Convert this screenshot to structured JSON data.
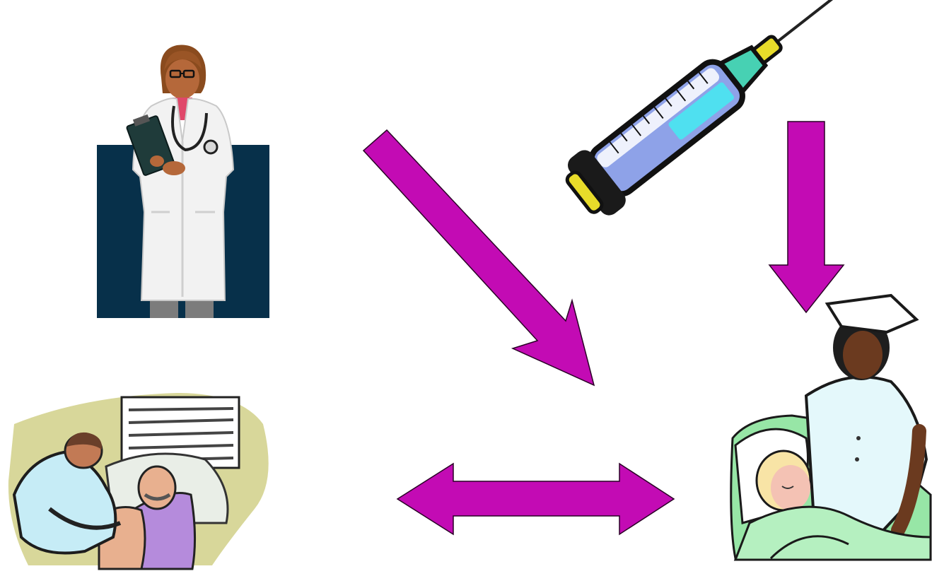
{
  "diagram": {
    "arrow_color": "#c30bb4",
    "nodes": [
      {
        "id": "doctor",
        "icon": "doctor-clipart-icon"
      },
      {
        "id": "syringe",
        "icon": "syringe-clipart-icon"
      },
      {
        "id": "physician-patient",
        "icon": "physician-examining-patient-clipart-icon"
      },
      {
        "id": "nurse-child",
        "icon": "nurse-with-child-clipart-icon"
      }
    ],
    "edges": [
      {
        "from": "doctor",
        "to": "nurse-child",
        "style": "single"
      },
      {
        "from": "syringe",
        "to": "nurse-child",
        "style": "single"
      },
      {
        "from": "physician-patient",
        "to": "nurse-child",
        "style": "double"
      }
    ]
  }
}
